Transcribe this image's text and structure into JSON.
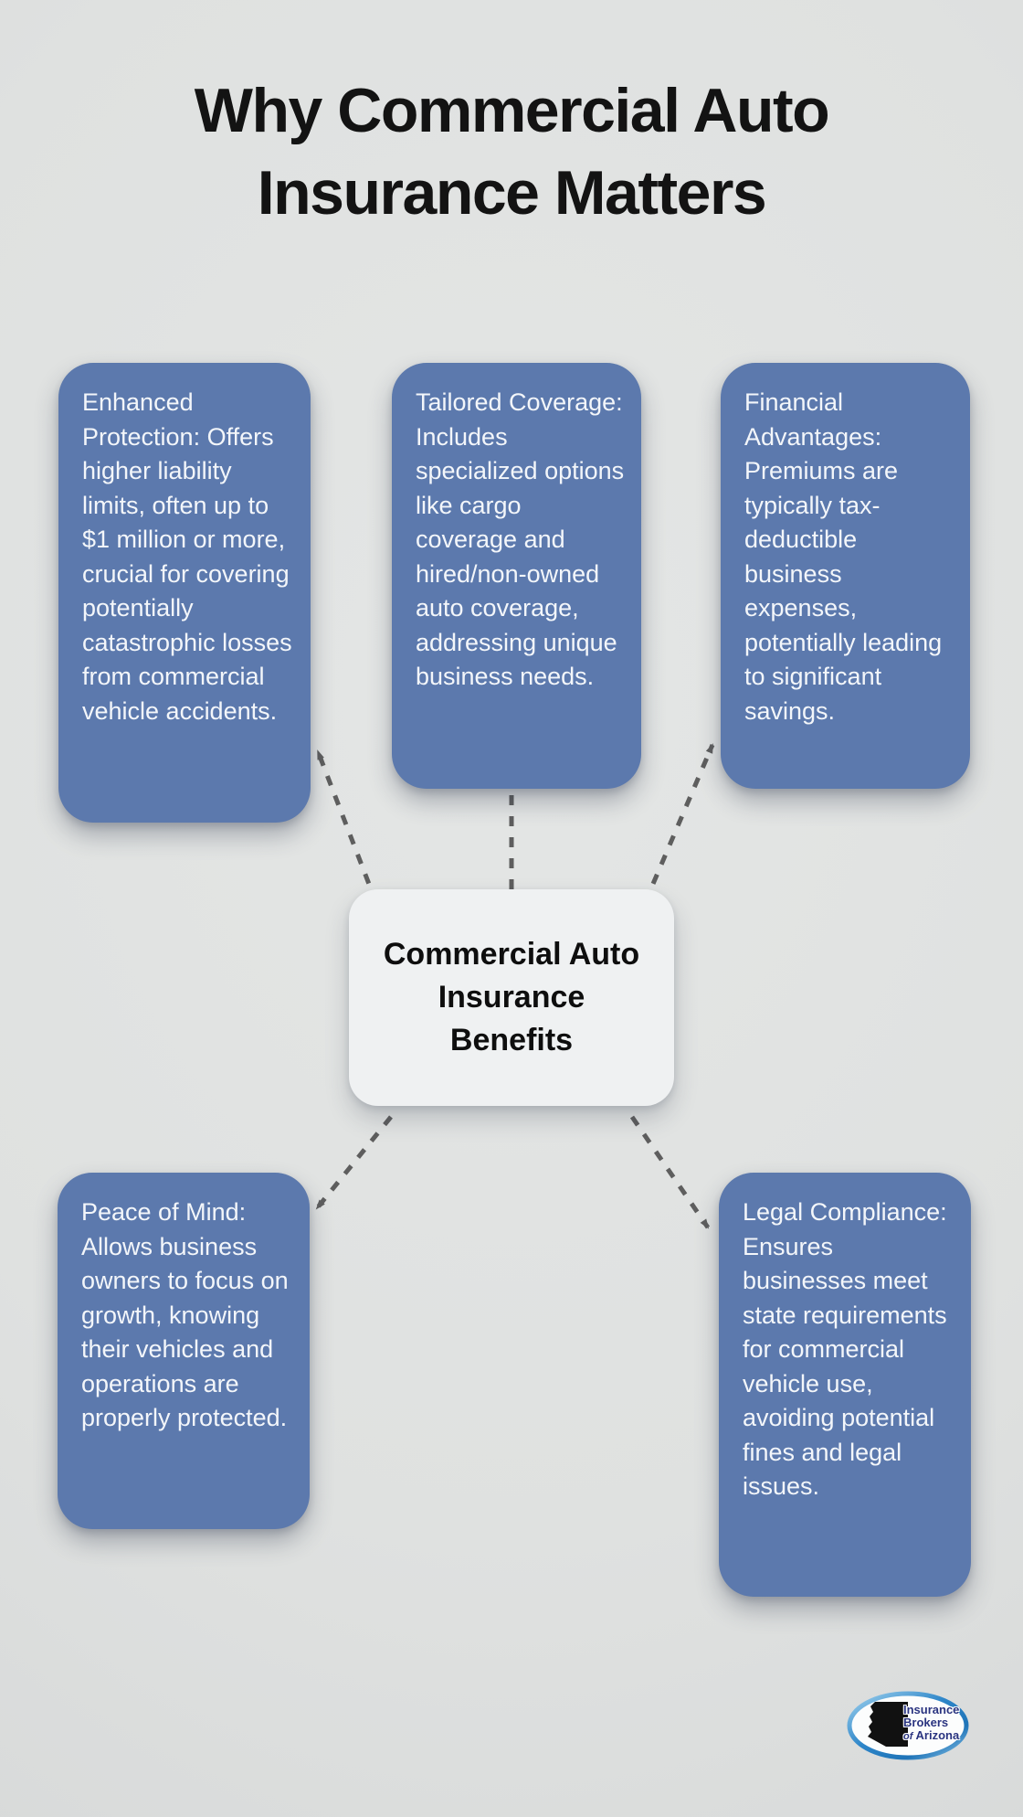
{
  "page": {
    "title": "Why Commercial Auto Insurance Matters"
  },
  "center_node": {
    "label": "Commercial Auto Insurance Benefits"
  },
  "cards": [
    {
      "id": "enhanced-protection",
      "text": "Enhanced Protection: Offers higher liability limits, often up to $1 million or more, crucial for covering potentially catastrophic losses from commercial vehicle accidents."
    },
    {
      "id": "tailored-coverage",
      "text": "Tailored Coverage: Includes specialized options like cargo coverage and hired/non-owned auto coverage, addressing unique business needs."
    },
    {
      "id": "financial-advantages",
      "text": "Financial Advantages: Premiums are typically tax-deductible business expenses, potentially leading to significant savings."
    },
    {
      "id": "peace-of-mind",
      "text": "Peace of Mind: Allows business owners to focus on growth, knowing their vehicles and operations are properly protected."
    },
    {
      "id": "legal-compliance",
      "text": "Legal Compliance: Ensures businesses meet state requirements for commercial vehicle use, avoiding potential fines and legal issues."
    }
  ],
  "logo": {
    "line1": "Insurance",
    "line2": "Brokers",
    "of": "of",
    "line3": "Arizona"
  },
  "colors": {
    "background": "#dfe1e0",
    "card_fill": "#5c79ad",
    "card_text": "#f3f6fa",
    "node_fill": "#eff1f2",
    "node_text": "#0e0e0e",
    "title_text": "#131313",
    "connector": "#5e5e5e",
    "logo_text": "#2a3480",
    "logo_ring": "#2e86c9",
    "arizona_shape": "#111111"
  }
}
